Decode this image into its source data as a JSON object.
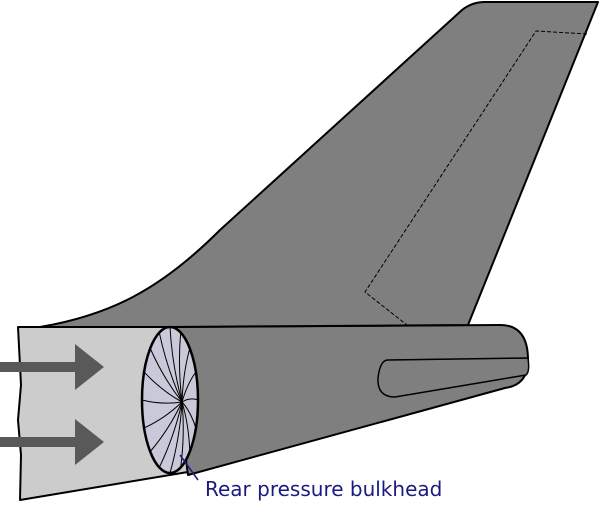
{
  "labels": {
    "bulkhead": "Rear pressure bulkhead"
  },
  "colors": {
    "fin_fill": "#7f7f7f",
    "fuselage_fill": "#cccccc",
    "bulkhead_fill": "#c9c9d9",
    "arrow_fill": "#595959",
    "outline": "#000000",
    "label_color": "#1a1a80",
    "leader_color": "#1a1a80"
  },
  "airflow_arrows": [
    {
      "name": "upper-airflow-arrow"
    },
    {
      "name": "lower-airflow-arrow"
    }
  ]
}
